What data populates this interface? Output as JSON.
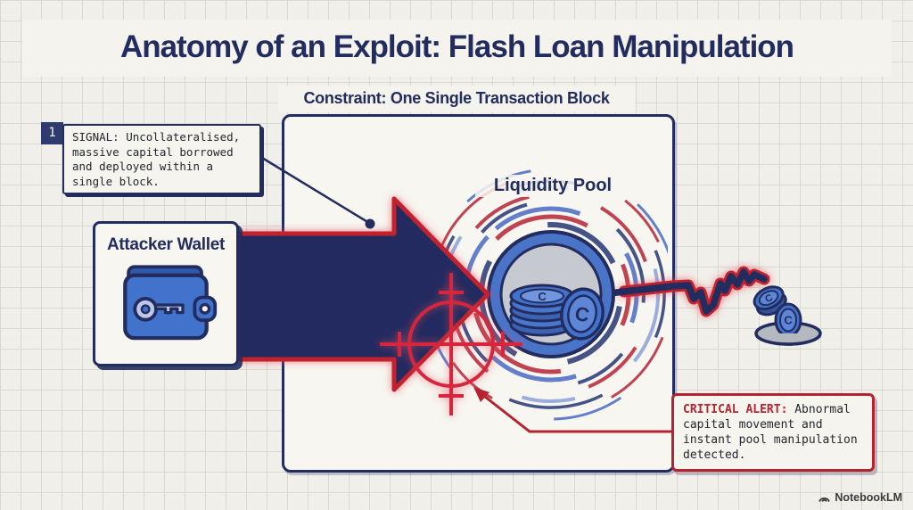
{
  "page": {
    "title": "Anatomy of an Exploit: Flash Loan Manipulation",
    "watermark": "NotebookLM"
  },
  "diagram": {
    "constraint_label": "Constraint: One Single Transaction Block",
    "signal_note": {
      "number": "1",
      "text": "SIGNAL: Uncollateralised, massive capital borrowed and deployed within a single block."
    },
    "attacker_wallet_label": "Attacker Wallet",
    "liquidity_pool_label": "Liquidity Pool",
    "critical_alert": {
      "label": "CRITICAL ALERT:",
      "text": " Abnormal capital movement and instant pool manipulation detected."
    },
    "coin_symbol": "C",
    "colors": {
      "navy": "#232c5e",
      "crimson": "#c2202f",
      "coin_blue": "#4273cc",
      "pool_gray": "#c6c9cf",
      "background": "#f0efe9"
    }
  }
}
